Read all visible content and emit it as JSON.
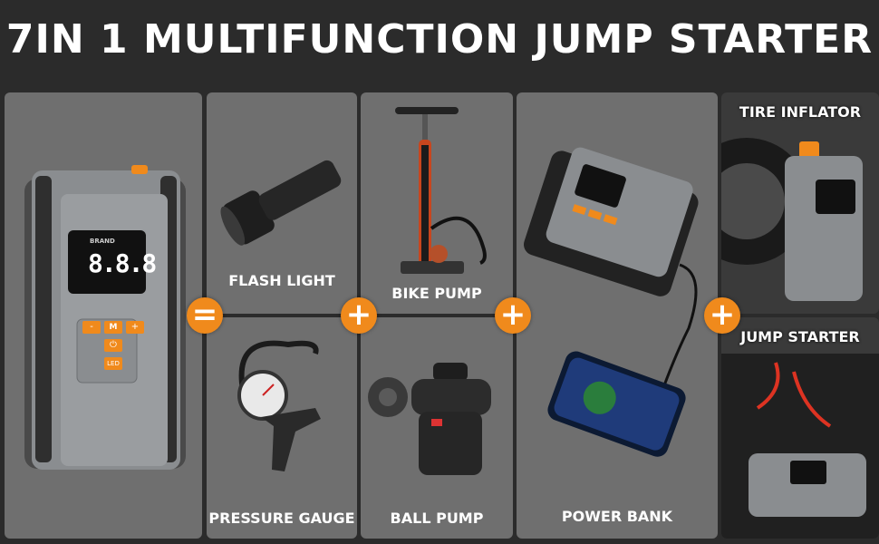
{
  "title": "7IN 1 MULTIFUNCTION JUMP STARTER",
  "device": {
    "brand": "BRAND",
    "display": "8.8.8",
    "btn_minus": "-",
    "btn_mode": "M",
    "btn_plus": "+",
    "btn_led": "LED"
  },
  "labels": {
    "flash_light": "FLASH LIGHT",
    "bike_pump": "BIKE PUMP",
    "pressure_gauge": "PRESSURE GAUGE",
    "ball_pump": "BALL PUMP",
    "power_bank": "POWER BANK",
    "tire_inflator": "TIRE INFLATOR",
    "jump_starter": "JUMP STARTER"
  },
  "operators": {
    "equals": "=",
    "plus": "+"
  },
  "colors": {
    "accent": "#f08a1c",
    "panel": "#6f6f6f",
    "background": "#2b2b2b"
  }
}
